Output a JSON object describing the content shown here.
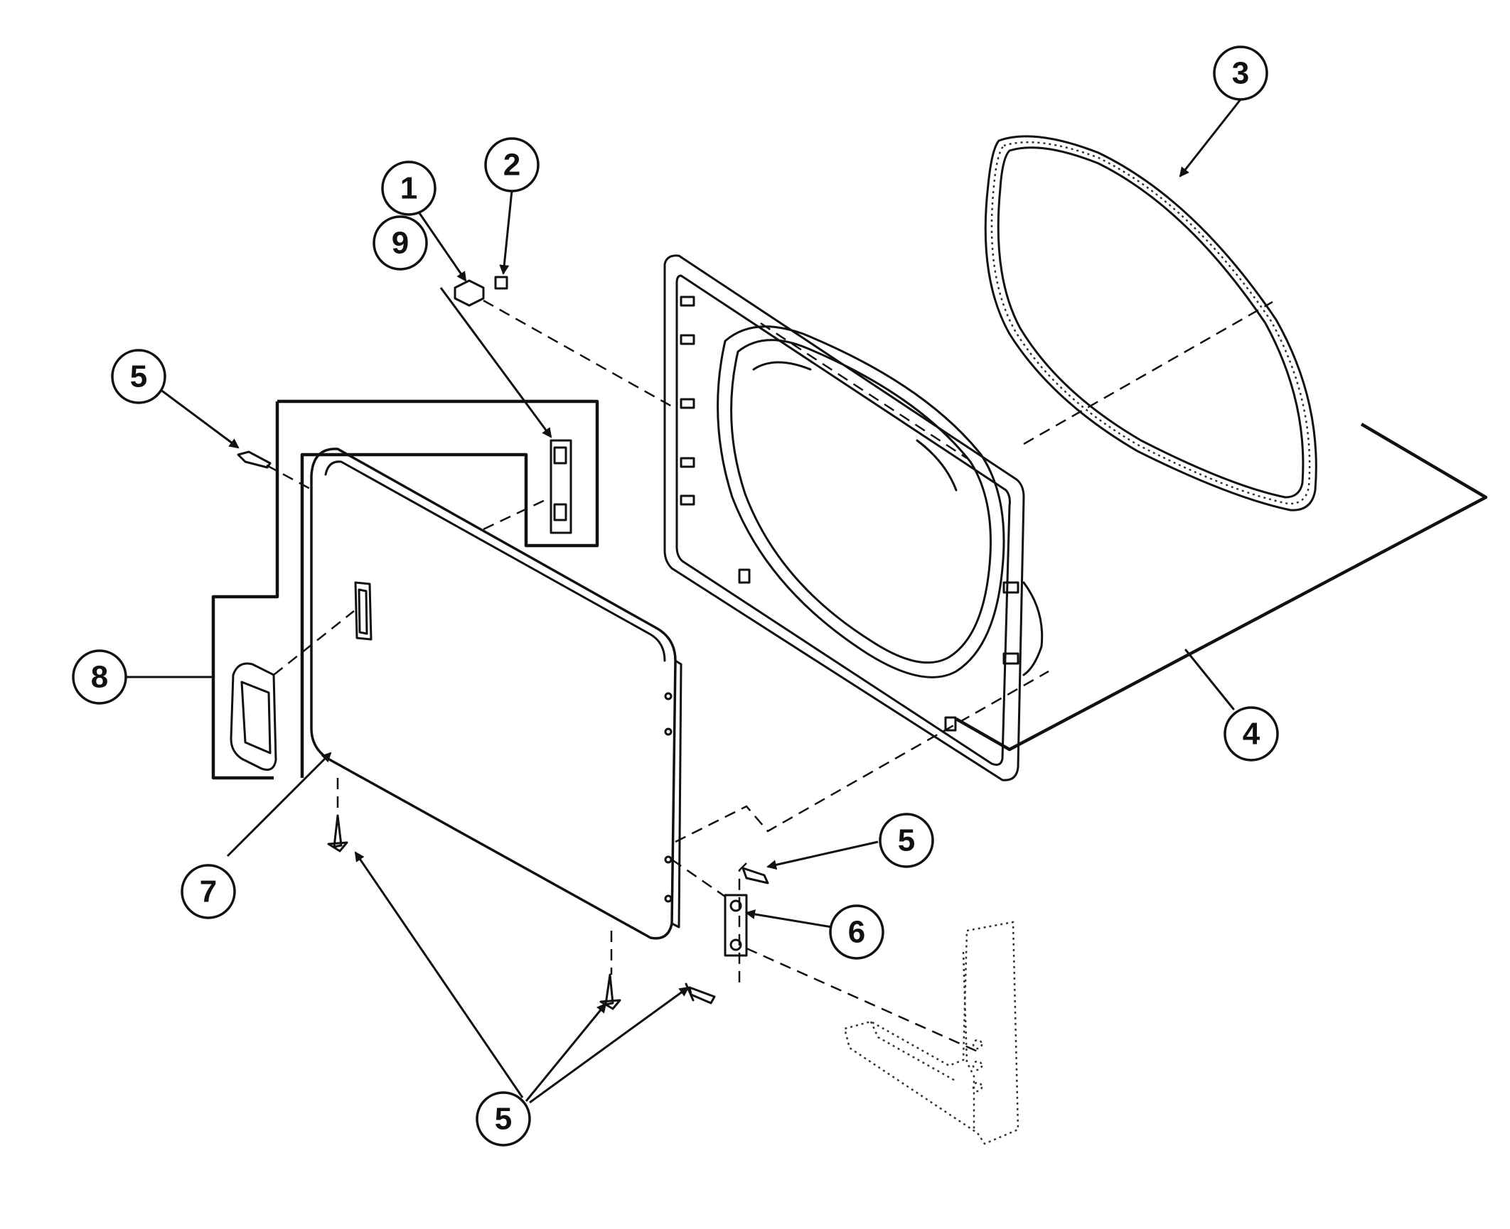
{
  "callouts": [
    {
      "id": "door-catch",
      "label": "1"
    },
    {
      "id": "catch-clip",
      "label": "2"
    },
    {
      "id": "door-seal",
      "label": "3"
    },
    {
      "id": "door-assembly",
      "label": "4"
    },
    {
      "id": "screw-top-left",
      "label": "5"
    },
    {
      "id": "hinge-screw",
      "label": "5"
    },
    {
      "id": "bottom-screws",
      "label": "5"
    },
    {
      "id": "hinge",
      "label": "6"
    },
    {
      "id": "door-panel",
      "label": "7"
    },
    {
      "id": "door-handle",
      "label": "8"
    },
    {
      "id": "strike",
      "label": "9"
    }
  ]
}
